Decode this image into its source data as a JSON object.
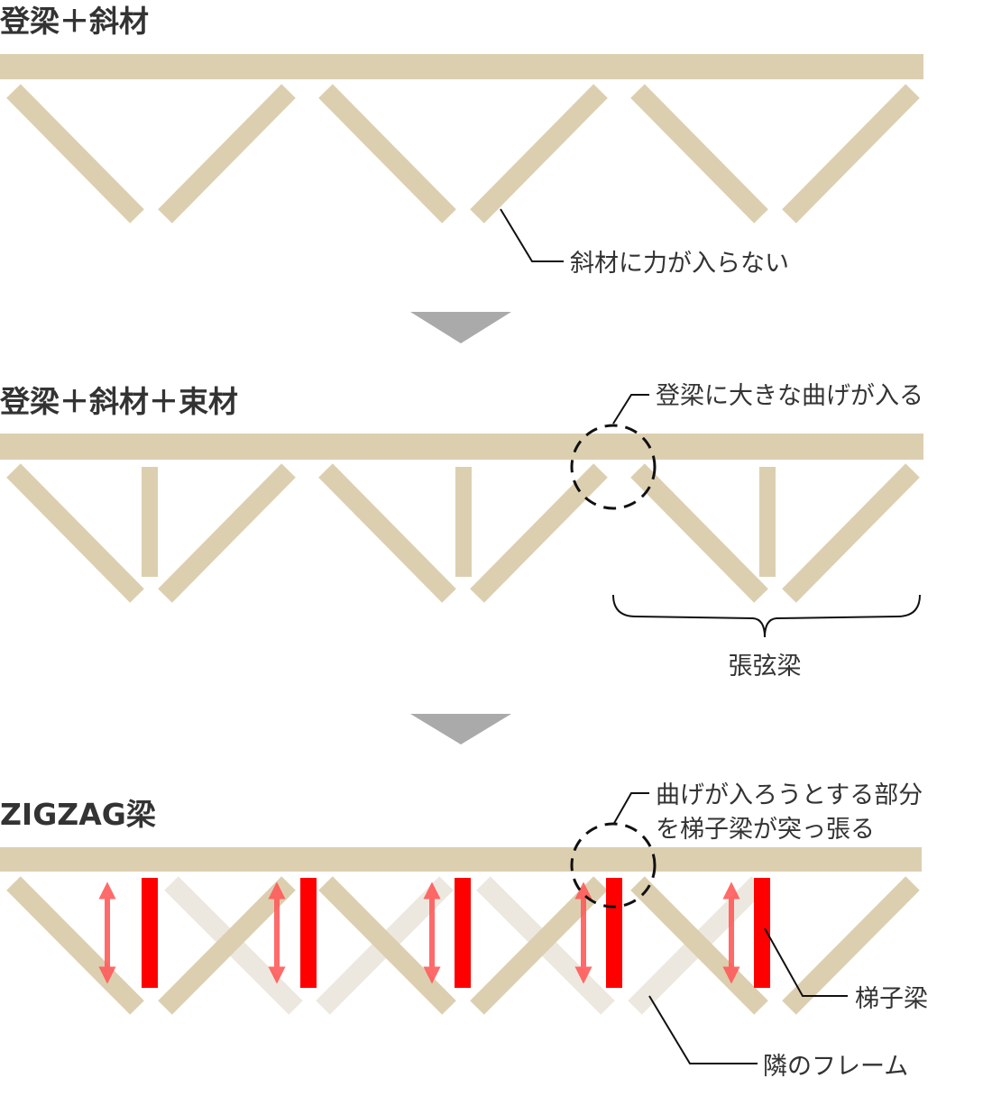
{
  "sections": [
    {
      "title": "登梁＋斜材",
      "note": "斜材に力が入らない"
    },
    {
      "title": "登梁＋斜材＋束材",
      "note": "登梁に大きな曲げが入る",
      "brace_label": "張弦梁"
    },
    {
      "title": "ZIGZAG梁",
      "note_line1": "曲げが入ろうとする部分",
      "note_line2": "を梯子梁が突っ張る",
      "ladder_label": "梯子梁",
      "neighbor_label": "隣のフレーム"
    }
  ],
  "colors": {
    "timber": "#dccfb0",
    "timber_faded": "#ede8df",
    "ladder": "#ff0000",
    "arrow": "#ff5a5a",
    "step_arrow": "#aaaaaa"
  }
}
